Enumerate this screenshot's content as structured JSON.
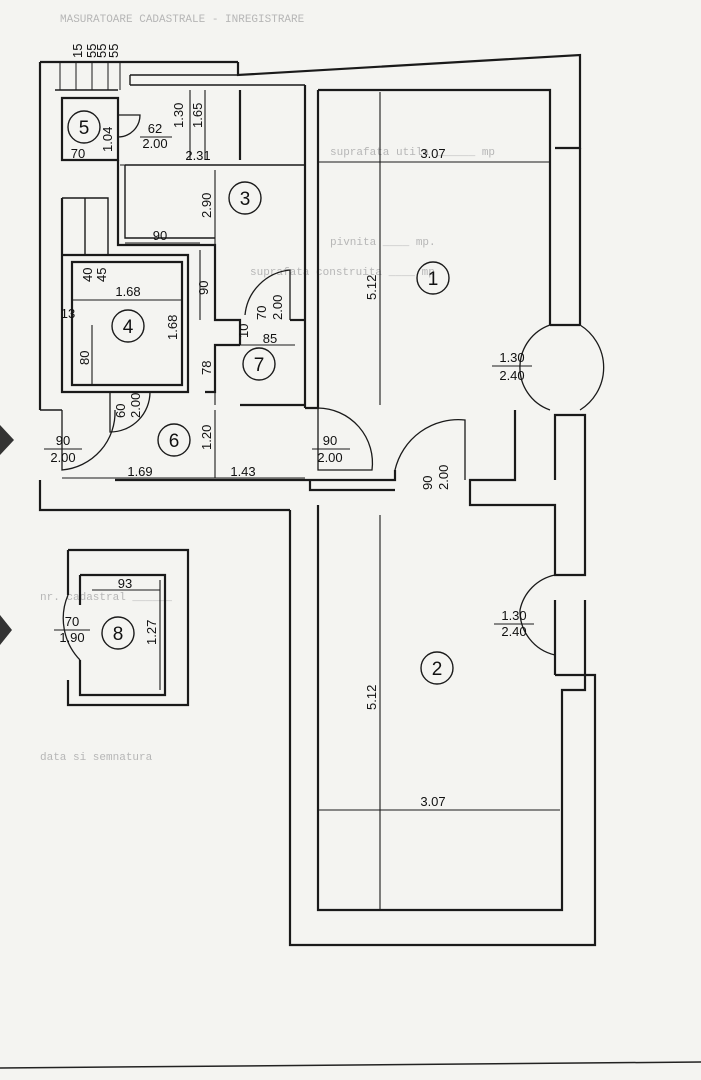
{
  "rooms": [
    {
      "id": "room-1",
      "number": "1"
    },
    {
      "id": "room-2",
      "number": "2"
    },
    {
      "id": "room-3",
      "number": "3"
    },
    {
      "id": "room-4",
      "number": "4"
    },
    {
      "id": "room-5",
      "number": "5"
    },
    {
      "id": "room-6",
      "number": "6"
    },
    {
      "id": "room-7",
      "number": "7"
    },
    {
      "id": "room-8",
      "number": "8"
    }
  ],
  "dimensions": {
    "top_15": "15",
    "top_55a": "55",
    "top_55b": "55",
    "top_55c": "55",
    "r5_height": "1.04",
    "r5_width": "70",
    "r5_door_w": "62",
    "r5_door_h": "2.00",
    "top_130": "1.30",
    "top_165": "1.65",
    "r3_width": "2.31",
    "r1_width": "3.07",
    "r3_height": "2.90",
    "hall_90": "90",
    "small_40": "40",
    "small_45": "45",
    "r4_width": "1.68",
    "r4_height": "1.68",
    "r4_80": "80",
    "r4_13": "13",
    "v_90": "90",
    "r7_door_w": "70",
    "r7_door_h": "2.00",
    "r7_10": "10",
    "r7_85": "85",
    "r1_height": "5.12",
    "v_78": "78",
    "r4_door_w": "60",
    "r4_door_h": "2.00",
    "win1_w": "1.30",
    "win1_h": "2.40",
    "entry_w": "90",
    "entry_h": "2.00",
    "r6_height": "1.20",
    "door6_w": "90",
    "door6_h": "2.00",
    "door2_w": "90",
    "door2_h": "2.00",
    "r6_width": "1.69",
    "hall_width": "1.43",
    "r8_width": "93",
    "r8_door_w": "70",
    "r8_door_h": "1.90",
    "r8_height": "1.27",
    "win2_w": "1.30",
    "win2_h": "2.40",
    "r2_height": "5.12",
    "r2_width": "3.07"
  },
  "background_text": [
    "MASURATOARE CADASTRALE - INREGISTRARE",
    "suprafata utila ______ mp",
    "pivnita ____ mp.",
    "suprafata construita ____ mp",
    "nr. cadastral ______",
    "data si semnatura"
  ],
  "colors": {
    "ink": "#1a1a1a",
    "paper": "#f4f4f1",
    "faint": "#b6b6b6"
  }
}
